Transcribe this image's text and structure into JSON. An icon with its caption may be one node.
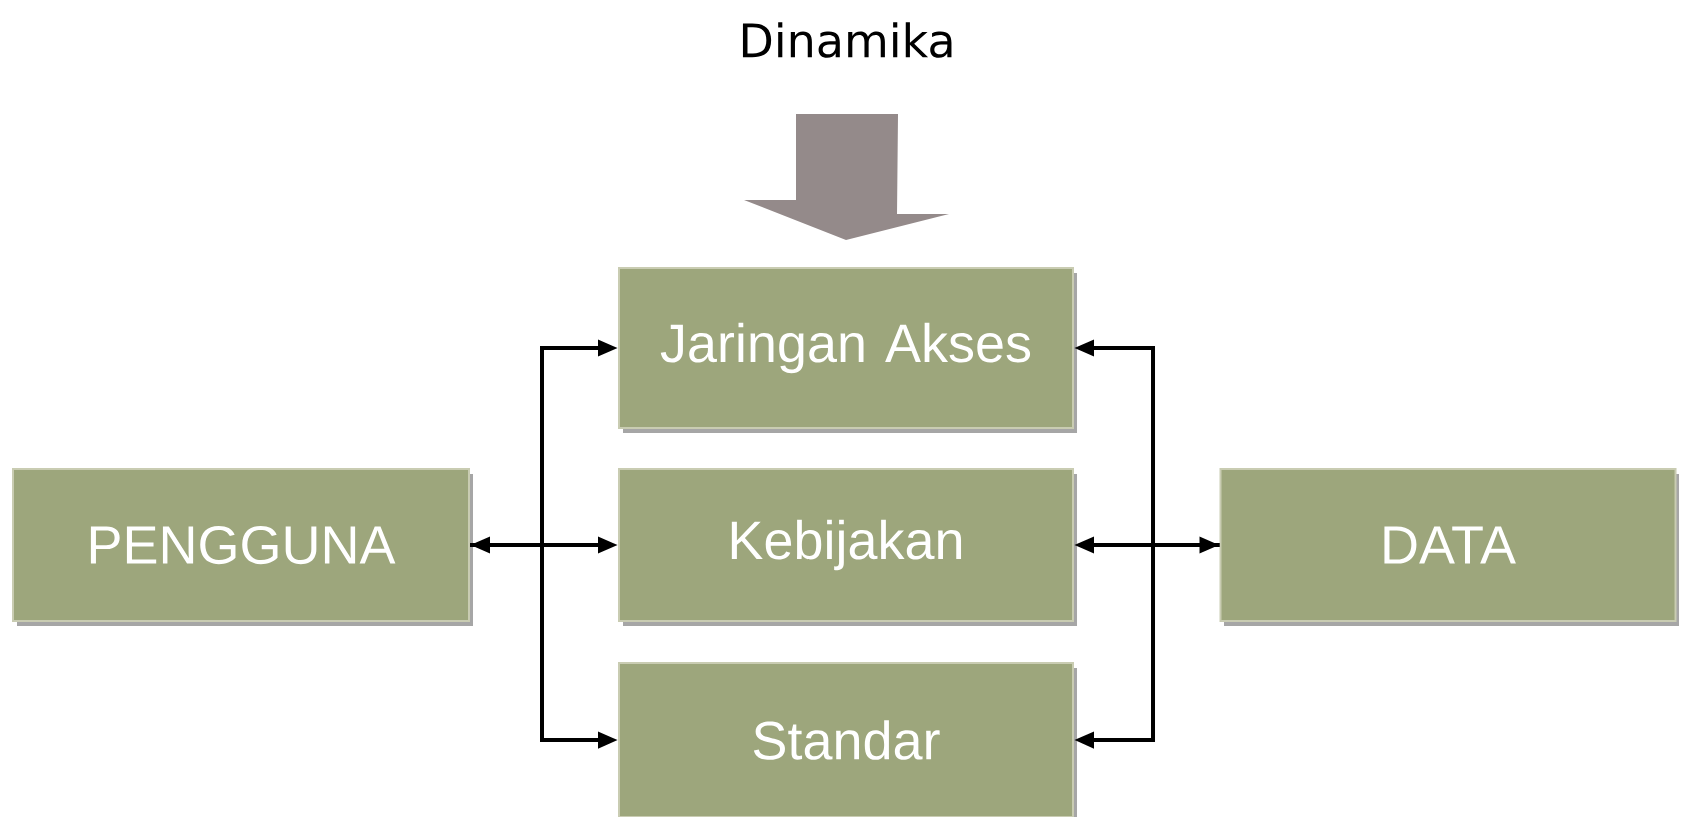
{
  "diagram": {
    "nodes": [
      {
        "text": [
          "Dinamika"
        ]
      },
      {
        "text": [
          "Jaringan Akses"
        ]
      },
      {
        "text": [
          "Kebijakan"
        ]
      },
      {
        "text": [
          "Standar"
        ]
      },
      {
        "text": [
          "PENGGUNA"
        ]
      },
      {
        "text": [
          "DATA"
        ]
      }
    ],
    "edges": [
      {
        "from": 0,
        "to": 1,
        "arrow": "to",
        "style": "thick",
        "color": "#948a8a"
      },
      {
        "from": 4,
        "to": 1,
        "arrow": "to"
      },
      {
        "from": 4,
        "to": 2,
        "arrow": "both"
      },
      {
        "from": 4,
        "to": 3,
        "arrow": "to"
      },
      {
        "from": 5,
        "to": 1,
        "arrow": "to"
      },
      {
        "from": 5,
        "to": 2,
        "arrow": "both"
      },
      {
        "from": 5,
        "to": 3,
        "arrow": "to"
      }
    ]
  }
}
